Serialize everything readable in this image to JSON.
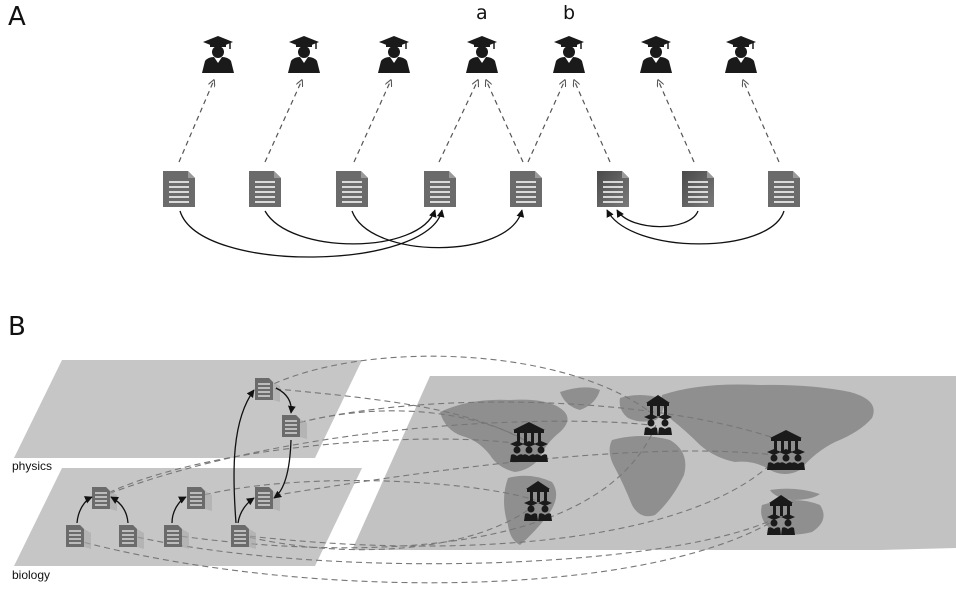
{
  "panels": {
    "a": {
      "label": "A"
    },
    "b": {
      "label": "B"
    }
  },
  "authors": {
    "count": 7,
    "highlighted_labels": [
      "a",
      "b"
    ]
  },
  "papers": {
    "count": 8
  },
  "layers": {
    "physics": "physics",
    "biology": "biology"
  },
  "icons": {
    "author": "graduate-cap-person-icon",
    "paper": "document-icon",
    "institution": "institution-building-icon"
  },
  "colors": {
    "icon_dark": "#1a1a1a",
    "paper_gray": "#6b6b6b",
    "layer_gray": "#c6c6c6",
    "map_gray": "#bdbdbd",
    "land_gray": "#8e8e8e"
  }
}
